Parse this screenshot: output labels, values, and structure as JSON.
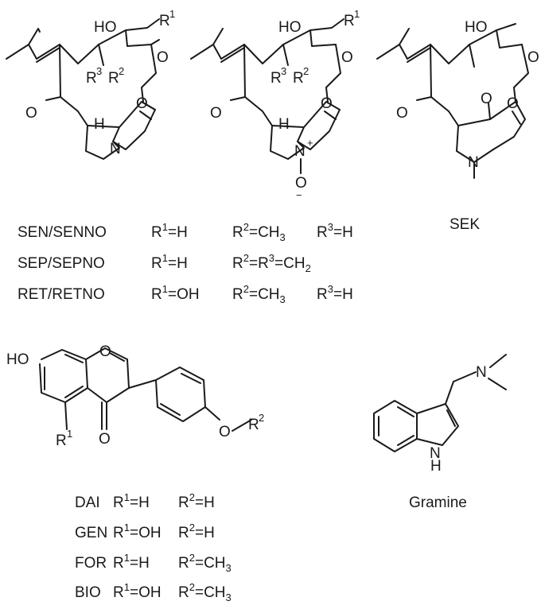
{
  "structures": {
    "pa_family_1": {
      "atoms": [
        "HO",
        "R",
        "1",
        "O",
        "R",
        "3",
        "R",
        "2",
        "O",
        "O",
        "H",
        "N"
      ]
    },
    "pa_family_2_noxide": {
      "atoms": [
        "HO",
        "R",
        "1",
        "O",
        "R",
        "3",
        "R",
        "2",
        "O",
        "O",
        "H",
        "N",
        "+",
        "O",
        "−"
      ]
    },
    "sek": {
      "atoms": [
        "HO",
        "O",
        "O",
        "O",
        "O",
        "N"
      ],
      "name": "SEK"
    },
    "isoflavone": {
      "atoms": [
        "HO",
        "O",
        "O",
        "R",
        "1",
        "O",
        "R",
        "2"
      ]
    },
    "gramine": {
      "atoms": [
        "N",
        "N",
        "H"
      ],
      "name": "Gramine"
    }
  },
  "pa_table": [
    {
      "code": "SEN/SENNO",
      "r1": "R",
      "r1sup": "1",
      "r1val": "=H",
      "r2": "R",
      "r2sup": "2",
      "r2val": "=CH",
      "r2sub": "3",
      "r3": "R",
      "r3sup": "3",
      "r3val": "=H"
    },
    {
      "code": "SEP/SEPNO",
      "r1": "R",
      "r1sup": "1",
      "r1val": "=H",
      "r2": "R",
      "r2sup": "2",
      "r2val": "=R",
      "r2b": "3",
      "r2c": "=CH",
      "r2sub": "2"
    },
    {
      "code": "RET/RETNO",
      "r1": "R",
      "r1sup": "1",
      "r1val": "=OH",
      "r2": "R",
      "r2sup": "2",
      "r2val": "=CH",
      "r2sub": "3",
      "r3": "R",
      "r3sup": "3",
      "r3val": "=H"
    }
  ],
  "iso_table": [
    {
      "code": "DAI",
      "r1": "R",
      "r1sup": "1",
      "r1val": "=H",
      "r2": "R",
      "r2sup": "2",
      "r2val": "=H"
    },
    {
      "code": "GEN",
      "r1": "R",
      "r1sup": "1",
      "r1val": "=OH",
      "r2": "R",
      "r2sup": "2",
      "r2val": "=H"
    },
    {
      "code": "FOR",
      "r1": "R",
      "r1sup": "1",
      "r1val": "=H",
      "r2": "R",
      "r2sup": "2",
      "r2val": "=CH",
      "r2sub": "3"
    },
    {
      "code": "BIO",
      "r1": "R",
      "r1sup": "1",
      "r1val": "=OH",
      "r2": "R",
      "r2sup": "2",
      "r2val": "=CH",
      "r2sub": "3"
    }
  ]
}
